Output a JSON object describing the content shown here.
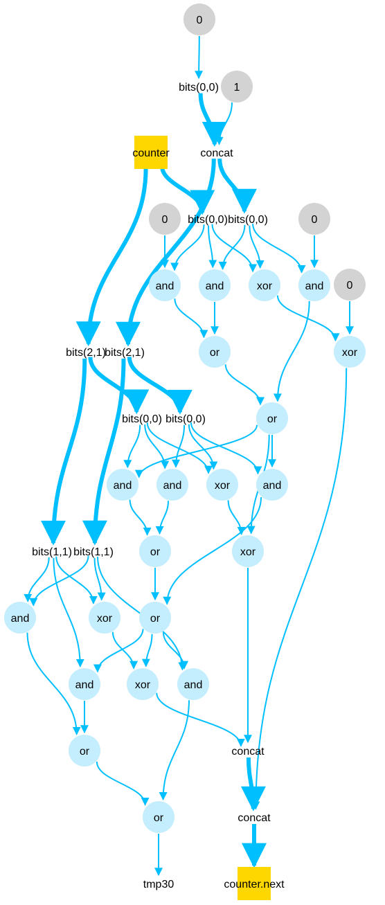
{
  "colors": {
    "edge": "#00bfff",
    "op_node": "#c4edfd",
    "const_node": "#d3d3d3",
    "register_node": "#ffd700",
    "text": "#000000"
  },
  "nodes": {
    "c0_top": {
      "label": "0",
      "kind": "const"
    },
    "c1": {
      "label": "1",
      "kind": "const"
    },
    "bits00_a": {
      "label": "bits(0,0)",
      "kind": "text"
    },
    "concat_a": {
      "label": "concat",
      "kind": "text"
    },
    "counter": {
      "label": "counter",
      "kind": "register"
    },
    "c0_l": {
      "label": "0",
      "kind": "const"
    },
    "c0_r": {
      "label": "0",
      "kind": "const"
    },
    "c0_rr": {
      "label": "0",
      "kind": "const"
    },
    "bits00_b": {
      "label": "bits(0,0)",
      "kind": "text"
    },
    "bits00_c": {
      "label": "bits(0,0)",
      "kind": "text"
    },
    "and1": {
      "label": "and",
      "kind": "op"
    },
    "and2": {
      "label": "and",
      "kind": "op"
    },
    "xor1": {
      "label": "xor",
      "kind": "op"
    },
    "and3": {
      "label": "and",
      "kind": "op"
    },
    "or1": {
      "label": "or",
      "kind": "op"
    },
    "xor2": {
      "label": "xor",
      "kind": "op"
    },
    "bits21_a": {
      "label": "bits(2,1)",
      "kind": "text"
    },
    "bits21_b": {
      "label": "bits(2,1)",
      "kind": "text"
    },
    "or2": {
      "label": "or",
      "kind": "op"
    },
    "bits00_d": {
      "label": "bits(0,0)",
      "kind": "text"
    },
    "bits00_e": {
      "label": "bits(0,0)",
      "kind": "text"
    },
    "and4": {
      "label": "and",
      "kind": "op"
    },
    "and5": {
      "label": "and",
      "kind": "op"
    },
    "xor3": {
      "label": "xor",
      "kind": "op"
    },
    "and6": {
      "label": "and",
      "kind": "op"
    },
    "or3": {
      "label": "or",
      "kind": "op"
    },
    "xor4": {
      "label": "xor",
      "kind": "op"
    },
    "bits11_a": {
      "label": "bits(1,1)",
      "kind": "text"
    },
    "bits11_b": {
      "label": "bits(1,1)",
      "kind": "text"
    },
    "and7": {
      "label": "and",
      "kind": "op"
    },
    "xor5": {
      "label": "xor",
      "kind": "op"
    },
    "or4": {
      "label": "or",
      "kind": "op"
    },
    "and8": {
      "label": "and",
      "kind": "op"
    },
    "xor6": {
      "label": "xor",
      "kind": "op"
    },
    "and9": {
      "label": "and",
      "kind": "op"
    },
    "or5": {
      "label": "or",
      "kind": "op"
    },
    "concat_b": {
      "label": "concat",
      "kind": "text"
    },
    "or6": {
      "label": "or",
      "kind": "op"
    },
    "concat_c": {
      "label": "concat",
      "kind": "text"
    },
    "tmp30": {
      "label": "tmp30",
      "kind": "text"
    },
    "counter_next": {
      "label": "counter.next",
      "kind": "register"
    }
  },
  "edges": [
    {
      "from": "c0_top",
      "to": "bits00_a",
      "width": "thin"
    },
    {
      "from": "bits00_a",
      "to": "concat_a",
      "width": "thick"
    },
    {
      "from": "c1",
      "to": "concat_a",
      "width": "thin"
    },
    {
      "from": "concat_a",
      "to": "bits00_c",
      "width": "thick"
    },
    {
      "from": "concat_a",
      "to": "bits21_b",
      "width": "thick"
    },
    {
      "from": "counter",
      "to": "bits00_b",
      "width": "thick"
    },
    {
      "from": "counter",
      "to": "bits21_a",
      "width": "thick"
    },
    {
      "from": "c0_l",
      "to": "and1",
      "width": "thin"
    },
    {
      "from": "bits00_b",
      "to": "and1",
      "width": "thin"
    },
    {
      "from": "bits00_b",
      "to": "and2",
      "width": "thin"
    },
    {
      "from": "bits00_b",
      "to": "xor1",
      "width": "thin"
    },
    {
      "from": "bits00_c",
      "to": "and2",
      "width": "thin"
    },
    {
      "from": "bits00_c",
      "to": "xor1",
      "width": "thin"
    },
    {
      "from": "bits00_c",
      "to": "and3",
      "width": "thin"
    },
    {
      "from": "c0_r",
      "to": "and3",
      "width": "thin"
    },
    {
      "from": "c0_rr",
      "to": "xor2",
      "width": "thin"
    },
    {
      "from": "xor1",
      "to": "xor2",
      "width": "thin"
    },
    {
      "from": "and1",
      "to": "or1",
      "width": "thin"
    },
    {
      "from": "and2",
      "to": "or1",
      "width": "thin"
    },
    {
      "from": "or1",
      "to": "or2",
      "width": "thin"
    },
    {
      "from": "and3",
      "to": "or2",
      "width": "thin"
    },
    {
      "from": "bits21_a",
      "to": "bits00_d",
      "width": "thick"
    },
    {
      "from": "bits21_b",
      "to": "bits00_e",
      "width": "thick"
    },
    {
      "from": "bits21_a",
      "to": "bits11_a",
      "width": "thick"
    },
    {
      "from": "bits21_b",
      "to": "bits11_b",
      "width": "thick"
    },
    {
      "from": "bits00_d",
      "to": "and4",
      "width": "thin"
    },
    {
      "from": "bits00_d",
      "to": "and5",
      "width": "thin"
    },
    {
      "from": "bits00_d",
      "to": "xor3",
      "width": "thin"
    },
    {
      "from": "bits00_e",
      "to": "xor3",
      "width": "thin"
    },
    {
      "from": "bits00_e",
      "to": "and6",
      "width": "thin"
    },
    {
      "from": "bits00_e",
      "to": "and5",
      "width": "thin"
    },
    {
      "from": "or2",
      "to": "and4",
      "width": "thin"
    },
    {
      "from": "or2",
      "to": "and6",
      "width": "thin"
    },
    {
      "from": "or2",
      "to": "xor4",
      "width": "thin"
    },
    {
      "from": "xor3",
      "to": "xor4",
      "width": "thin"
    },
    {
      "from": "and5",
      "to": "or3",
      "width": "thin"
    },
    {
      "from": "and4",
      "to": "or3",
      "width": "thin"
    },
    {
      "from": "or3",
      "to": "or4",
      "width": "thin"
    },
    {
      "from": "and6",
      "to": "or4",
      "width": "thin"
    },
    {
      "from": "bits11_a",
      "to": "and7",
      "width": "thin"
    },
    {
      "from": "bits11_a",
      "to": "xor5",
      "width": "thin"
    },
    {
      "from": "bits11_a",
      "to": "and8",
      "width": "thin"
    },
    {
      "from": "bits11_b",
      "to": "and7",
      "width": "thin"
    },
    {
      "from": "bits11_b",
      "to": "xor5",
      "width": "thin"
    },
    {
      "from": "bits11_b",
      "to": "and9",
      "width": "thin"
    },
    {
      "from": "or4",
      "to": "and8",
      "width": "thin"
    },
    {
      "from": "or4",
      "to": "xor6",
      "width": "thin"
    },
    {
      "from": "or4",
      "to": "and9",
      "width": "thin"
    },
    {
      "from": "xor5",
      "to": "xor6",
      "width": "thin"
    },
    {
      "from": "and7",
      "to": "or5",
      "width": "thin"
    },
    {
      "from": "and8",
      "to": "or5",
      "width": "thin"
    },
    {
      "from": "or5",
      "to": "or6",
      "width": "thin"
    },
    {
      "from": "and9",
      "to": "or6",
      "width": "thin"
    },
    {
      "from": "xor6",
      "to": "concat_b",
      "width": "thin"
    },
    {
      "from": "xor4",
      "to": "concat_b",
      "width": "thin"
    },
    {
      "from": "concat_b",
      "to": "concat_c",
      "width": "thick"
    },
    {
      "from": "xor2",
      "to": "concat_c",
      "width": "thin"
    },
    {
      "from": "concat_c",
      "to": "counter_next",
      "width": "thick"
    },
    {
      "from": "or6",
      "to": "tmp30",
      "width": "thin"
    }
  ]
}
